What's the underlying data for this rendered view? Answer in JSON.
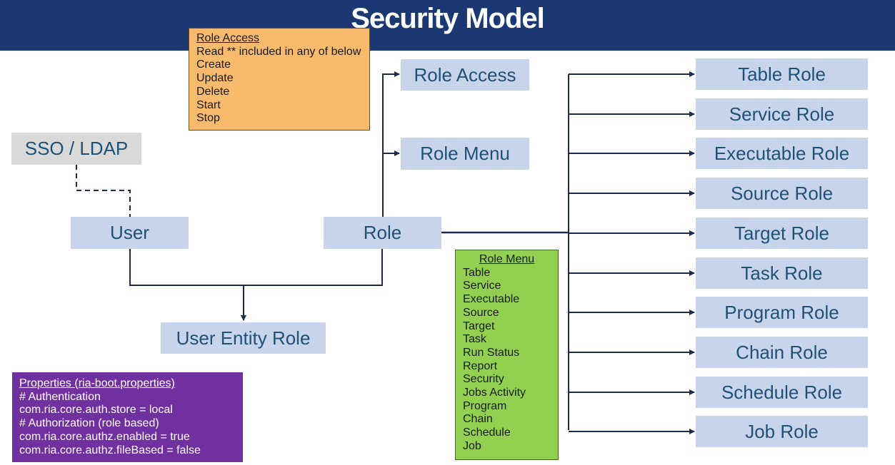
{
  "header": {
    "title": "Security Model"
  },
  "nodes": {
    "sso": "SSO / LDAP",
    "user": "User",
    "role": "Role",
    "user_entity_role": "User Entity Role",
    "role_access": "Role Access",
    "role_menu": "Role Menu"
  },
  "role_types": [
    "Table Role",
    "Service Role",
    "Executable Role",
    "Source Role",
    "Target Role",
    "Task Role",
    "Program Role",
    "Chain Role",
    "Schedule Role",
    "Job Role"
  ],
  "role_access_note": {
    "title": "Role Access",
    "lines": [
      "Read ** included in any of below",
      "Create",
      "Update",
      "Delete",
      "Start",
      "Stop"
    ]
  },
  "role_menu_note": {
    "title": "Role Menu",
    "lines": [
      "Table",
      "Service",
      "Executable",
      "Source",
      "Target",
      "Task",
      "Run Status",
      "Report",
      "Security",
      "Jobs Activity",
      "Program",
      "Chain",
      "Schedule",
      "Job"
    ]
  },
  "properties_note": {
    "title": "Properties (ria-boot.properties)",
    "lines": [
      "# Authentication",
      "com.ria.core.auth.store = local",
      "# Authorization (role based)",
      "com.ria.core.authz.enabled = true",
      "com.ria.core.authz.fileBased = false"
    ]
  },
  "colors": {
    "header_bg": "#1c3873",
    "box_bg": "#c8d3ec",
    "box_text": "#1e5277",
    "sso_bg": "#d9d9d9",
    "access_note_bg": "#f8ba6c",
    "menu_note_bg": "#92d050",
    "properties_bg": "#7030a0",
    "connector": "#1a2b4c"
  }
}
